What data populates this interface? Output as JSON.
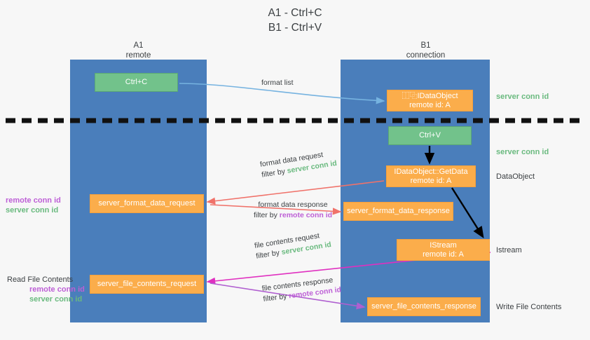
{
  "title": {
    "line1": "A1 - Ctrl+C",
    "line2": "B1 - Ctrl+V"
  },
  "lanes": [
    {
      "name": "A1",
      "subtitle": "remote",
      "color": "#4a7ebb"
    },
    {
      "name": "B1",
      "subtitle": "connection",
      "color": "#4a7ebb"
    }
  ],
  "boxes": {
    "ctrl_c": "Ctrl+C",
    "idataobject": {
      "line1": "⿰⿻IDataObject",
      "line2": "remote id: A"
    },
    "ctrl_v": "Ctrl+V",
    "getdata": {
      "line1": "IDataObject::GetData",
      "line2": "remote id: A"
    },
    "server_format_data_request": "server_format_data_request",
    "server_format_data_response": "server_format_data_response",
    "istream": {
      "line1": "IStream",
      "line2": "remote id: A"
    },
    "server_file_contents_request": "server_file_contents_request",
    "server_file_contents_response": "server_file_contents_response"
  },
  "side_labels": {
    "server_conn_id_1": "server conn id",
    "server_conn_id_2": "server conn id",
    "dataobject": "DataObject",
    "istream": "Istream",
    "write_file_contents": "Write File Contents"
  },
  "left_labels": {
    "remote_conn_id_1": "remote conn id",
    "server_conn_id_1": "server conn id",
    "read_file_contents": "Read File Contents",
    "remote_conn_id_2": "remote conn id",
    "server_conn_id_2": "server conn id"
  },
  "arrow_labels": {
    "format_list": "format list",
    "format_data_request": "format data request",
    "format_data_request_filter_prefix": "filter by ",
    "format_data_request_filter_value": "server conn id",
    "format_data_response": "format data response",
    "format_data_response_filter_prefix": "filter by ",
    "format_data_response_filter_value": "remote conn id",
    "file_contents_request": "file contents request",
    "file_contents_request_filter_prefix": "filter by ",
    "file_contents_request_filter_value": "server conn id",
    "file_contents_response": "file contents response",
    "file_contents_response_filter_prefix": "filter by ",
    "file_contents_response_filter_value": "remote conn id"
  },
  "colors": {
    "lane": "#4a7ebb",
    "green_box": "#72c28b",
    "orange_box": "#fbad4b",
    "green_text": "#6aba7f",
    "purple_text": "#bd5fd6",
    "blue_arrow": "#76b3e0",
    "red_arrow": "#f0726a",
    "magenta_arrow": "#e030c0",
    "purple_arrow": "#b05fd0",
    "black_arrow": "#000000",
    "divider": "#111111",
    "background": "#f7f7f7"
  }
}
